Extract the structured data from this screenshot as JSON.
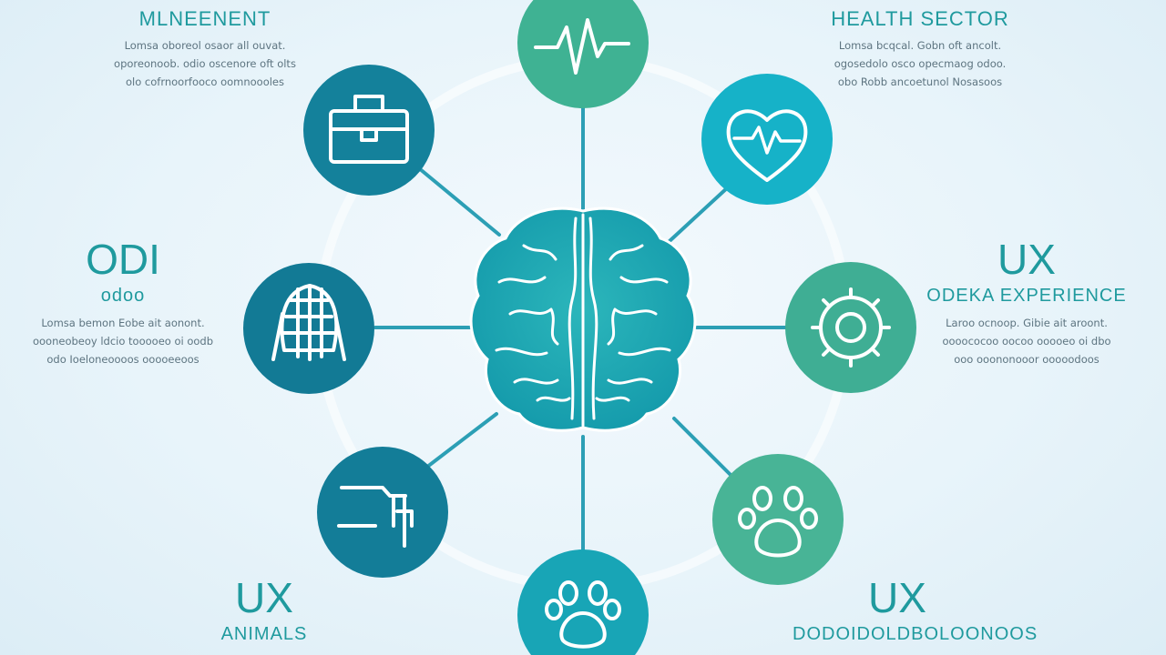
{
  "colors": {
    "background": "#e9f4fa",
    "node_dark": "#127c98",
    "node_teal": "#12a3b9",
    "node_cyan": "#14b3c9",
    "node_green": "#47b39a",
    "center": "#1fa6b0",
    "connector": "#2a9ab0",
    "text_title": "#1f9a9e",
    "text_body": "#5d7480"
  },
  "center": {
    "icon": "brain-icon"
  },
  "nodes": [
    {
      "id": "heartbeat",
      "icon": "heartbeat-line-icon",
      "color": "#3fb293"
    },
    {
      "id": "health",
      "icon": "heart-pulse-icon",
      "color": "#16b2c8"
    },
    {
      "id": "settings",
      "icon": "gear-icon",
      "color": "#3fae94"
    },
    {
      "id": "animals-right",
      "icon": "paw-icon",
      "color": "#48b496"
    },
    {
      "id": "animals-bottom",
      "icon": "paw-icon",
      "color": "#18a5b6"
    },
    {
      "id": "transport",
      "icon": "transport-icon",
      "color": "#137d98"
    },
    {
      "id": "odi",
      "icon": "tree-cage-icon",
      "color": "#127a95"
    },
    {
      "id": "management",
      "icon": "briefcase-icon",
      "color": "#14819b"
    }
  ],
  "labels": {
    "management": {
      "title": "MLNEENENT",
      "lines": [
        "Lomsa oboreol osaor all ouvat.",
        "oporeonoob. odio oscenore oft olts",
        "olo cofrnoorfooco oomnoooles"
      ]
    },
    "health": {
      "title": "HEALTH SECTOR",
      "lines": [
        "Lomsa bcqcal. Gobn oft ancolt.",
        "ogosedolo osco opecmaog odoo.",
        "obo Robb ancoetunol Nosasoos"
      ]
    },
    "odi": {
      "title": "ODI",
      "subtitle": "odoo",
      "lines": [
        "Lomsa bemon Eobe ait aonont.",
        "oooneobeoy ldcio tooooeo oi oodb",
        "odo Ioeloneoooos ooooeeoos"
      ]
    },
    "ux_right": {
      "title": "UX",
      "subtitle": "ODEKA EXPERIENCE",
      "lines": [
        "Laroo ocnoop. Gibie ait aroont.",
        "oooococoo oocoo ooooeo oi dbo",
        "ooo ooononooor ooooodoos"
      ]
    },
    "ux_left": {
      "title": "UX",
      "subtitle": "ANIMALS"
    },
    "ux_bottom_right": {
      "title": "UX",
      "subtitle": "DODOIDOLDBOLOONOOS"
    }
  }
}
